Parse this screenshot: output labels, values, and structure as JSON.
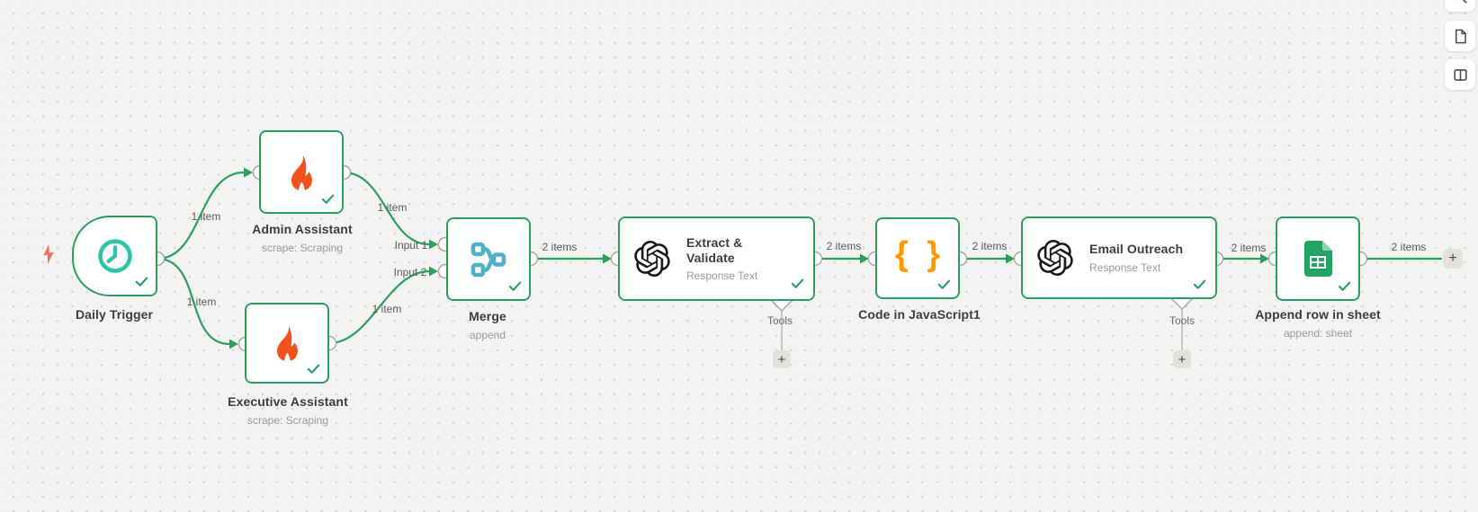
{
  "ui": {
    "plus": "+"
  },
  "nodes": [
    {
      "title": "Daily Trigger",
      "subtitle": "",
      "icon": "clock"
    },
    {
      "title": "Admin Assistant",
      "subtitle": "scrape: Scraping",
      "icon": "flame"
    },
    {
      "title": "Executive Assistant",
      "subtitle": "scrape: Scraping",
      "icon": "flame"
    },
    {
      "title": "Merge",
      "subtitle": "append",
      "icon": "merge"
    },
    {
      "title": "Extract & Validate",
      "subtitle": "Response Text",
      "icon": "openai",
      "tools_label": "Tools"
    },
    {
      "title": "Code in JavaScript1",
      "subtitle": "",
      "icon": "code-braces",
      "icon_glyph": "{ }"
    },
    {
      "title": "Email Outreach",
      "subtitle": "Response Text",
      "icon": "openai",
      "tools_label": "Tools"
    },
    {
      "title": "Append row in sheet",
      "subtitle": "append: sheet",
      "icon": "google-sheets"
    }
  ],
  "edge_labels": {
    "trigger_to_admin": "1 item",
    "trigger_to_executive": "1 item",
    "admin_to_merge": "1 item",
    "executive_to_merge": "1 item",
    "merge_input_1": "Input 1",
    "merge_input_2": "Input 2",
    "merge_to_extract": "2 items",
    "extract_to_code": "2 items",
    "code_to_email": "2 items",
    "email_to_append": "2 items",
    "append_to_end": "2 items"
  },
  "toolbar_icons": [
    "search",
    "file",
    "split-panel"
  ],
  "indicator_icon": "lightning-bolt",
  "colors": {
    "edge_green": "#2aa05f",
    "trigger_teal": "#2ec4a5",
    "flame_orange": "#f4511e",
    "merge_blue": "#4fb0c9",
    "code_orange": "#ff9800",
    "sheets_green": "#21a464",
    "bolt_coral": "#f4705e",
    "canvas_bg": "#f4f3f1"
  }
}
